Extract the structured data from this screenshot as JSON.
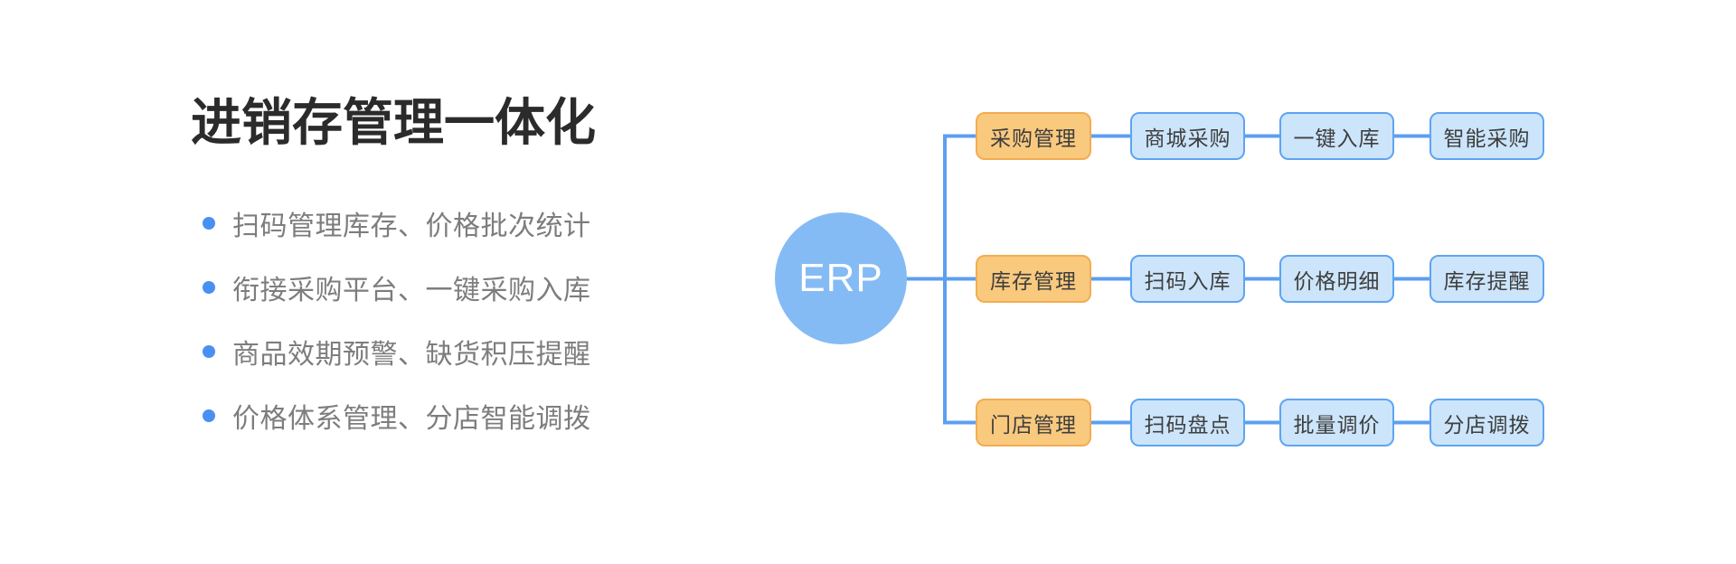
{
  "header": {
    "title": "进销存管理一体化"
  },
  "features": {
    "items": [
      {
        "label": "扫码管理库存、价格批次统计"
      },
      {
        "label": "衔接采购平台、一键采购入库"
      },
      {
        "label": "商品效期预警、缺货积压提醒"
      },
      {
        "label": "价格体系管理、分店智能调拨"
      }
    ]
  },
  "diagram": {
    "root_label": "ERP",
    "rows": [
      {
        "parent": "采购管理",
        "children": [
          "商城采购",
          "一键入库",
          "智能采购"
        ]
      },
      {
        "parent": "库存管理",
        "children": [
          "扫码入库",
          "价格明细",
          "库存提醒"
        ]
      },
      {
        "parent": "门店管理",
        "children": [
          "扫码盘点",
          "批量调价",
          "分店调拨"
        ]
      }
    ]
  },
  "colors": {
    "accent_blue": "#4a90f2",
    "connector_line": "#5c9ff0",
    "erp_circle_fill": "#85bbf4",
    "parent_node_fill": "#f9c97e",
    "parent_node_border": "#f3ac52",
    "child_node_fill": "#cce5fb",
    "child_node_border": "#5ea4f2",
    "title_text": "#2b2b2b",
    "feature_text": "#7d7d7d",
    "node_text": "#3e3e3e"
  }
}
